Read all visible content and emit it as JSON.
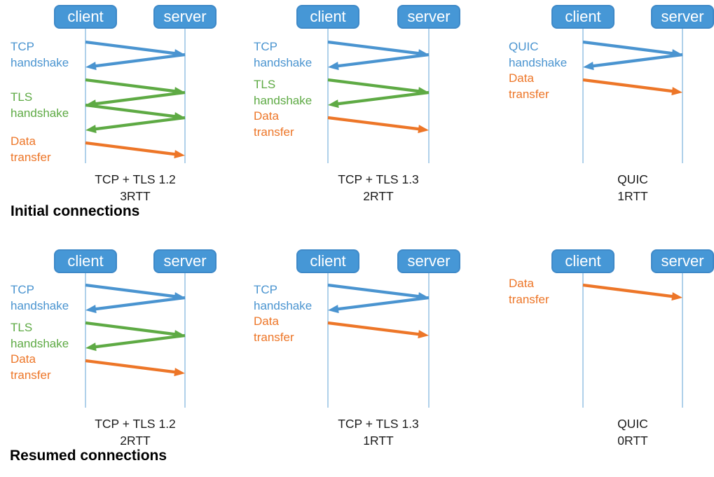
{
  "palette": {
    "blue": "#4A94D0",
    "green": "#5EAA44",
    "orange": "#ED7628",
    "box_fill": "#4697D6",
    "box_border": "#3E89C8",
    "lifeline": "#85B8DF",
    "caption_text": "#1C1C1C",
    "title_text": "#000000"
  },
  "sections": [
    {
      "title": "Initial connections",
      "panels": [
        {
          "client": "client",
          "server": "server",
          "phases": [
            {
              "label_lines": [
                "TCP",
                "handshake"
              ],
              "color": "blue",
              "messages": 2
            },
            {
              "label_lines": [
                "TLS",
                "handshake"
              ],
              "color": "green",
              "messages": 4
            },
            {
              "label_lines": [
                "Data",
                "transfer"
              ],
              "color": "orange",
              "messages": 1
            }
          ],
          "caption": [
            "TCP + TLS 1.2",
            "3RTT"
          ]
        },
        {
          "client": "client",
          "server": "server",
          "phases": [
            {
              "label_lines": [
                "TCP",
                "handshake"
              ],
              "color": "blue",
              "messages": 2
            },
            {
              "label_lines": [
                "TLS",
                "handshake"
              ],
              "color": "green",
              "messages": 2
            },
            {
              "label_lines": [
                "Data",
                "transfer"
              ],
              "color": "orange",
              "messages": 1
            }
          ],
          "caption": [
            "TCP + TLS 1.3",
            "2RTT"
          ]
        },
        {
          "client": "client",
          "server": "server",
          "phases": [
            {
              "label_lines": [
                "QUIC",
                "handshake"
              ],
              "color": "blue",
              "messages": 2
            },
            {
              "label_lines": [
                "Data",
                "transfer"
              ],
              "color": "orange",
              "messages": 1
            }
          ],
          "caption": [
            "QUIC",
            "1RTT"
          ]
        }
      ]
    },
    {
      "title": "Resumed connections",
      "panels": [
        {
          "client": "client",
          "server": "server",
          "phases": [
            {
              "label_lines": [
                "TCP",
                "handshake"
              ],
              "color": "blue",
              "messages": 2
            },
            {
              "label_lines": [
                "TLS",
                "handshake"
              ],
              "color": "green",
              "messages": 2
            },
            {
              "label_lines": [
                "Data",
                "transfer"
              ],
              "color": "orange",
              "messages": 1
            }
          ],
          "caption": [
            "TCP + TLS 1.2",
            "2RTT"
          ]
        },
        {
          "client": "client",
          "server": "server",
          "phases": [
            {
              "label_lines": [
                "TCP",
                "handshake"
              ],
              "color": "blue",
              "messages": 2
            },
            {
              "label_lines": [
                "Data",
                "transfer"
              ],
              "color": "orange",
              "messages": 1
            }
          ],
          "caption": [
            "TCP + TLS 1.3",
            "1RTT"
          ]
        },
        {
          "client": "client",
          "server": "server",
          "phases": [
            {
              "label_lines": [
                "Data",
                "transfer"
              ],
              "color": "orange",
              "messages": 1
            }
          ],
          "caption": [
            "QUIC",
            "0RTT"
          ]
        }
      ]
    }
  ]
}
